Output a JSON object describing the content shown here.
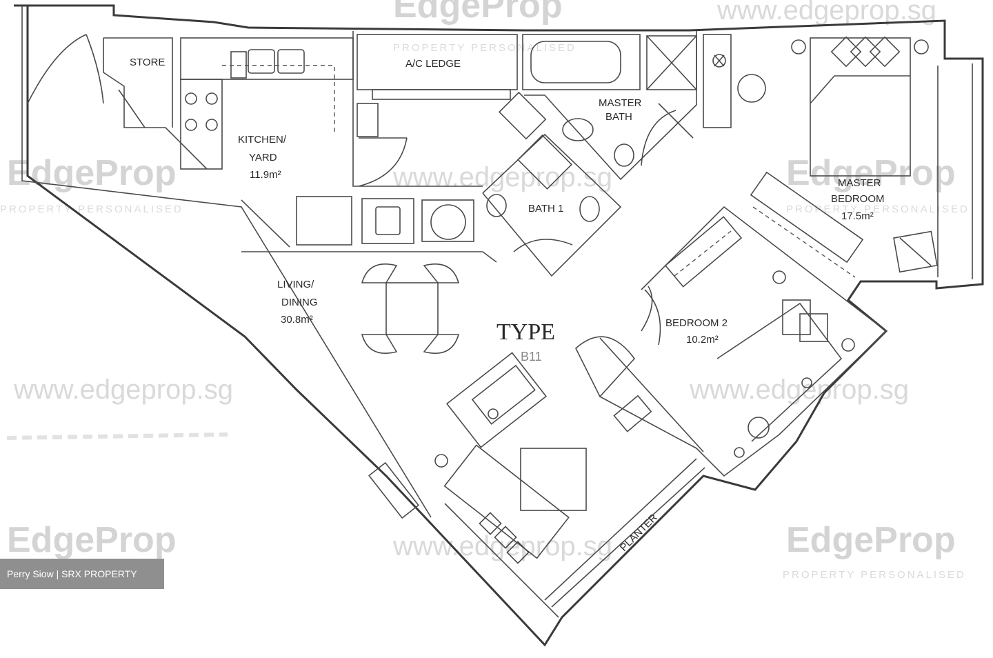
{
  "rooms": {
    "store": "STORE",
    "ac_ledge": "A/C LEDGE",
    "kitchen_line1": "KITCHEN/",
    "kitchen_line2": "YARD",
    "kitchen_area": "11.9m²",
    "master_bath_line1": "MASTER",
    "master_bath_line2": "BATH",
    "bath1": "BATH 1",
    "master_bed_line1": "MASTER",
    "master_bed_line2": "BEDROOM",
    "master_bed_area": "17.5m²",
    "living_line1": "LIVING/",
    "living_line2": "DINING",
    "living_area": "30.8m²",
    "bedroom2": "BEDROOM 2",
    "bedroom2_area": "10.2m²",
    "planter": "PLANTER"
  },
  "type_label": "TYPE",
  "type_code": "B11",
  "watermark": {
    "brand": "EdgeProp",
    "tagline": "PROPERTY PERSONALISED",
    "url": "www.edgeprop.sg"
  },
  "credit": "Perry Siow | SRX PROPERTY"
}
